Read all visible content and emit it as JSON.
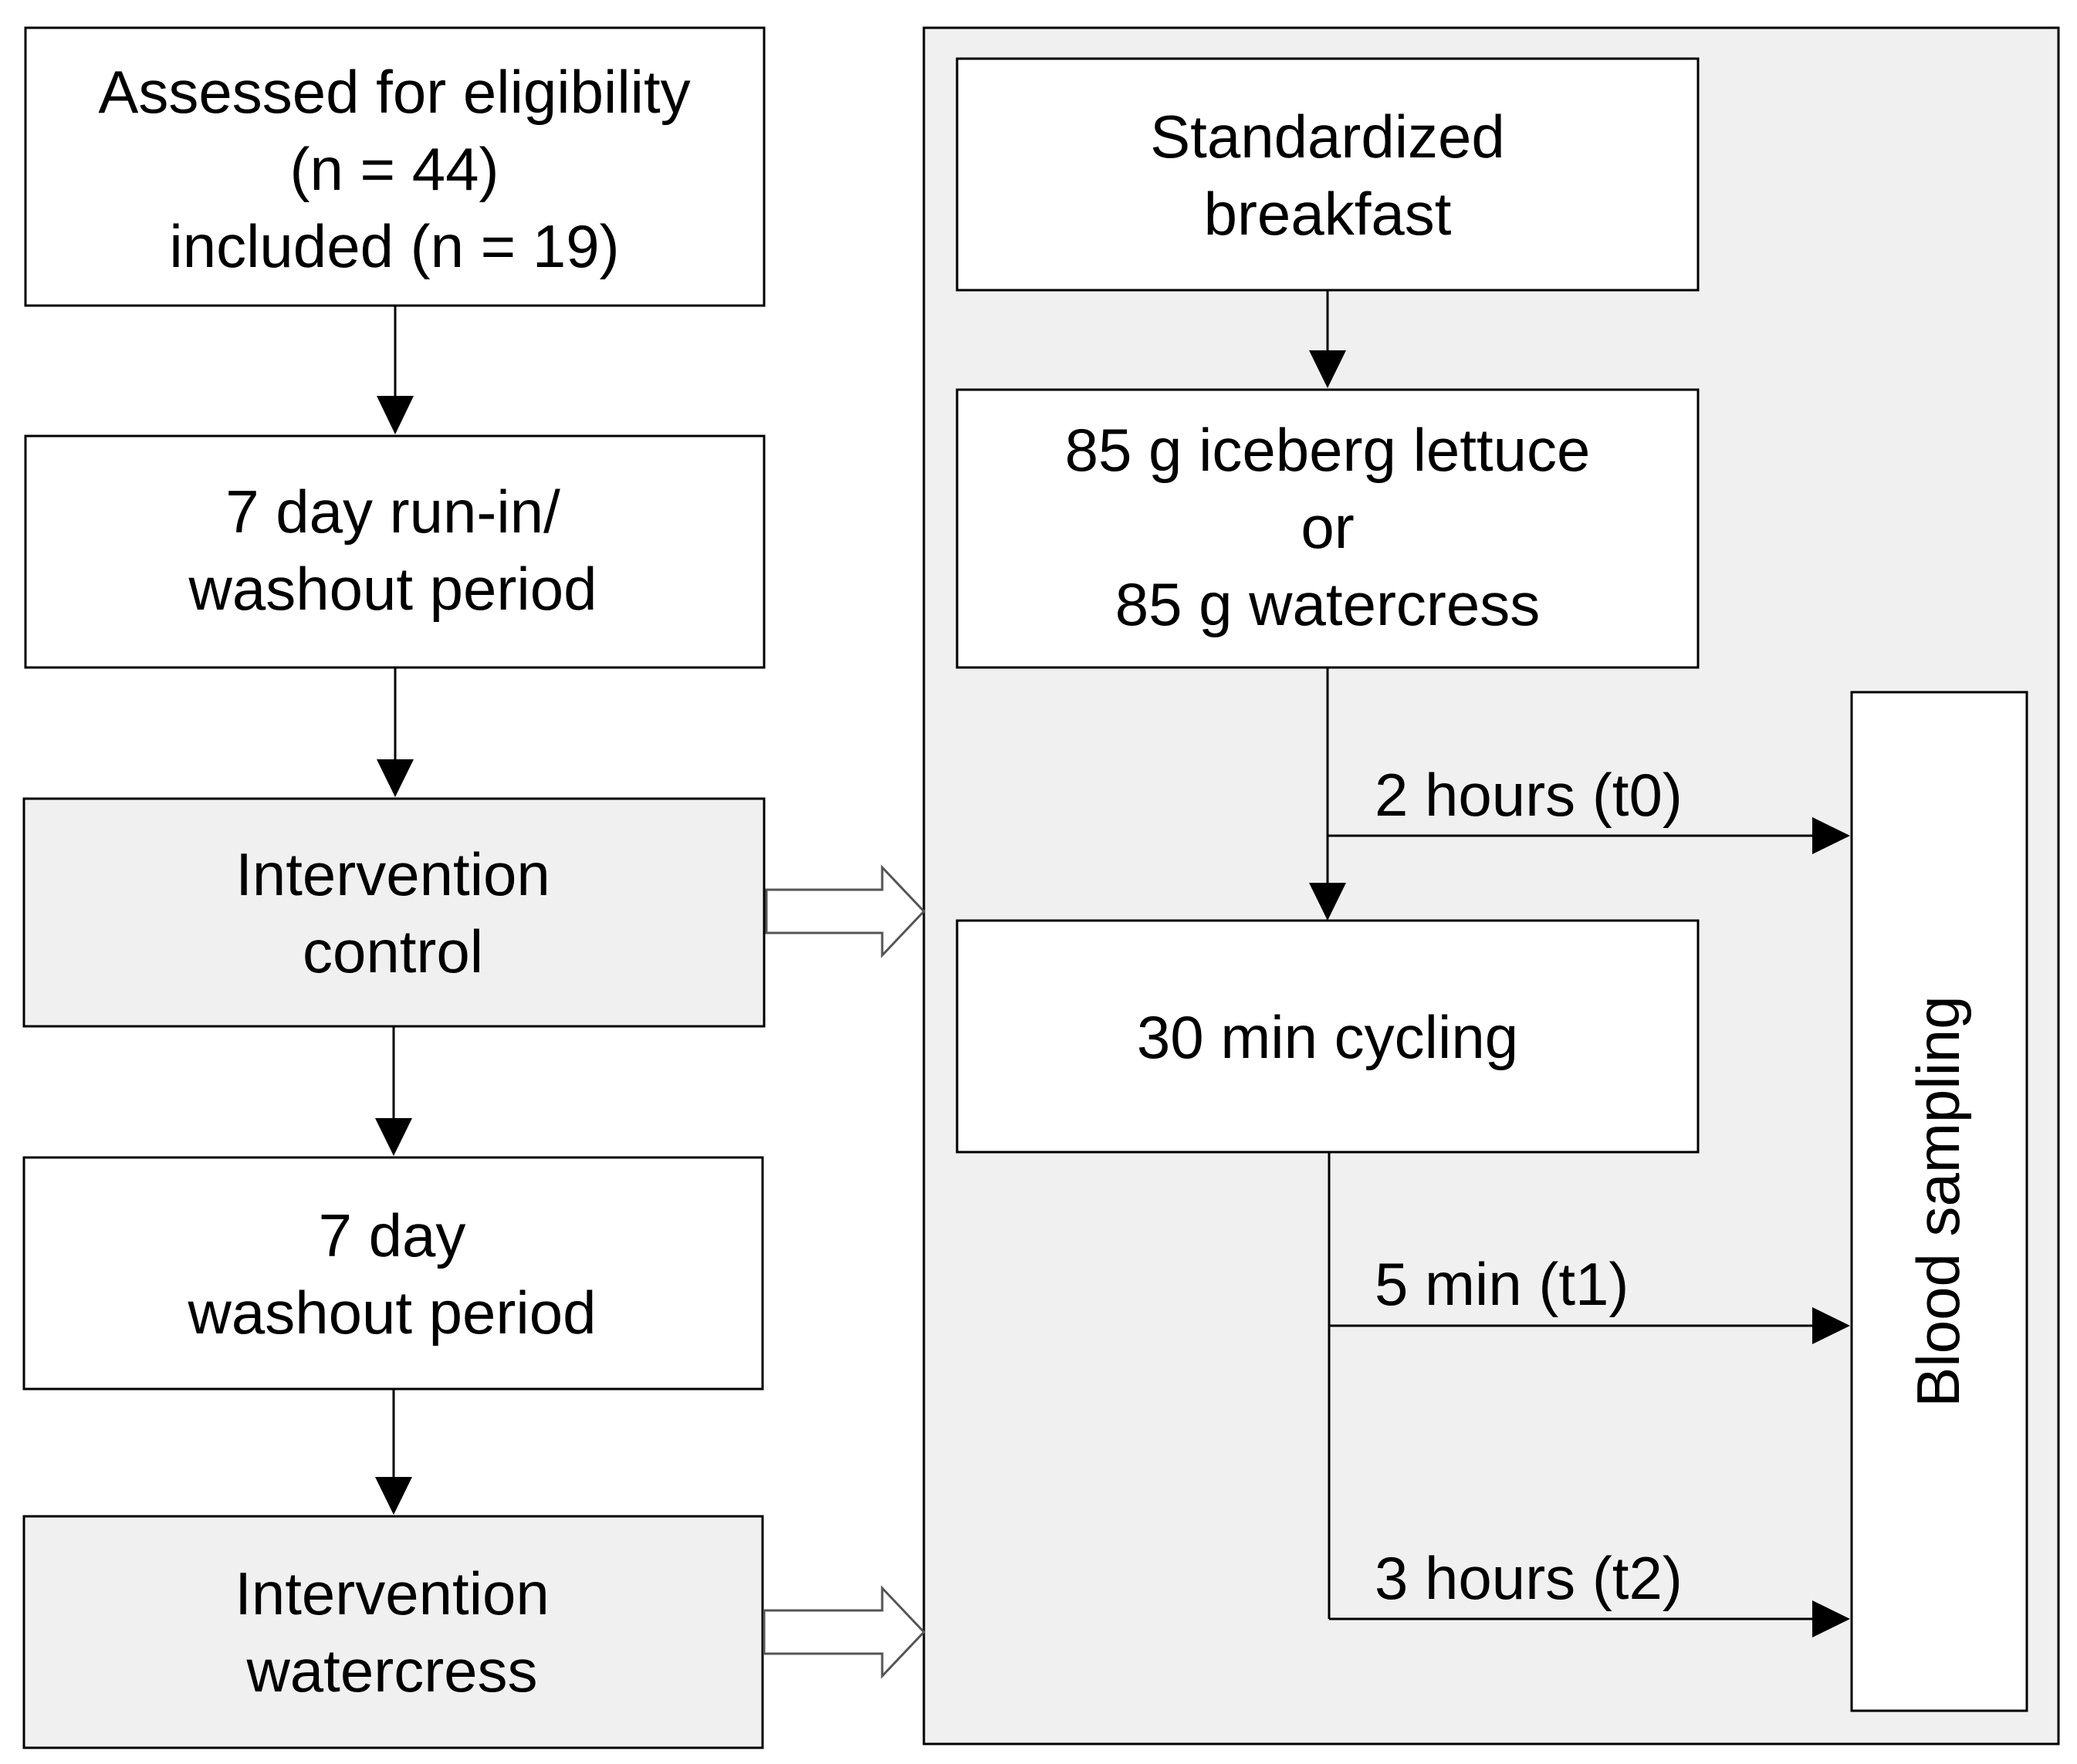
{
  "colors": {
    "box_fill": "#ffffff",
    "shaded_fill": "#f0f0f0",
    "panel_fill": "#f0f0f0",
    "stroke": "#000000",
    "block_arrow_stroke": "#555555"
  },
  "left_flow": {
    "eligibility": {
      "line1": "Assessed for eligibility",
      "line2": "(n = 44)",
      "line3": "included (n = 19)"
    },
    "run_in": {
      "line1": "7 day run-in/",
      "line2": "washout period"
    },
    "intervention_control": {
      "line1": "Intervention",
      "line2": "control"
    },
    "washout": {
      "line1": "7 day",
      "line2": "washout period"
    },
    "intervention_watercress": {
      "line1": "Intervention",
      "line2": "watercress"
    }
  },
  "protocol_panel": {
    "breakfast": {
      "line1": "Standardized",
      "line2": "breakfast"
    },
    "food": {
      "line1": "85 g iceberg lettuce",
      "line2": "or",
      "line3": "85 g watercress"
    },
    "cycling": {
      "line1": "30 min cycling"
    },
    "blood_sampling": "Blood sampling",
    "timepoints": {
      "t0": "2 hours (t0)",
      "t1": "5 min (t1)",
      "t2": "3 hours (t2)"
    }
  }
}
